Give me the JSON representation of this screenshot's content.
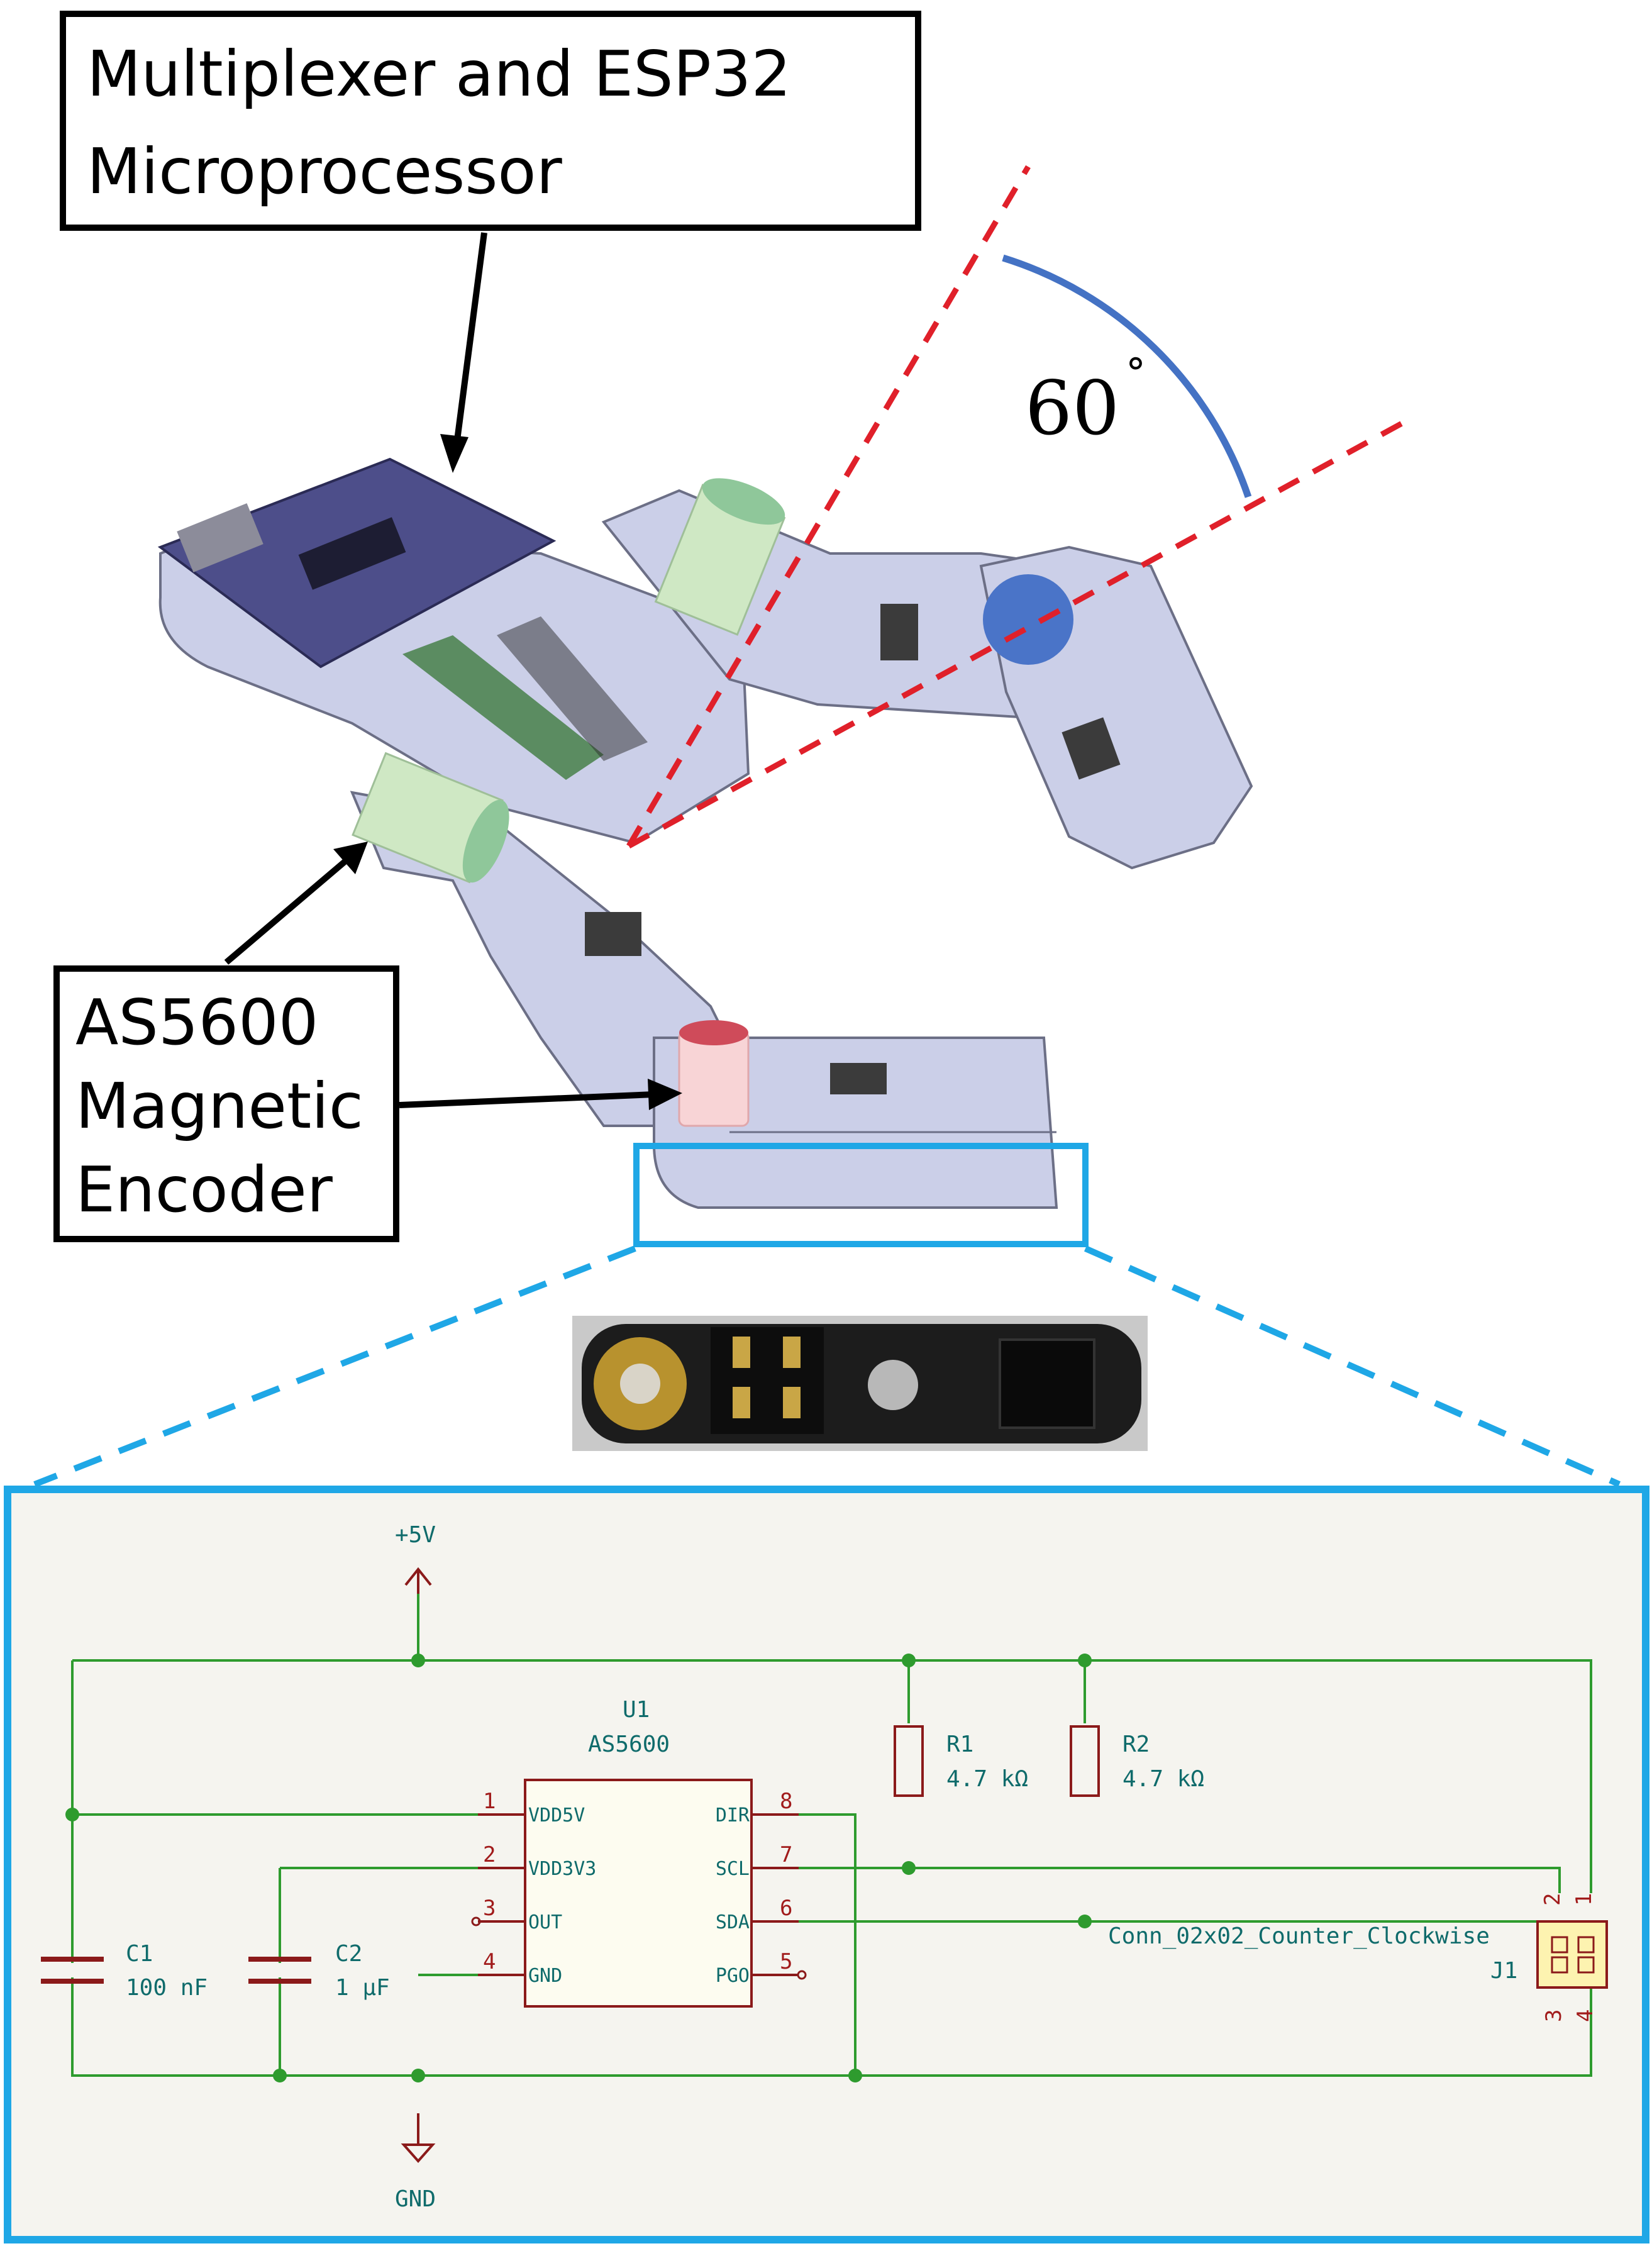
{
  "callouts": {
    "top_line1": "Multiplexer and ESP32",
    "top_line2": "Microprocessor",
    "bottom_line1": "AS5600",
    "bottom_line2": "Magnetic",
    "bottom_line3": "Encoder"
  },
  "angle_label": "60",
  "angle_unit": "°",
  "schematic": {
    "power_label": "+5V",
    "ground_label": "GND",
    "ic_ref": "U1",
    "ic_value": "AS5600",
    "pins_left": [
      {
        "num": "1",
        "name": "VDD5V"
      },
      {
        "num": "2",
        "name": "VDD3V3"
      },
      {
        "num": "3",
        "name": "OUT"
      },
      {
        "num": "4",
        "name": "GND"
      }
    ],
    "pins_right": [
      {
        "num": "8",
        "name": "DIR"
      },
      {
        "num": "7",
        "name": "SCL"
      },
      {
        "num": "6",
        "name": "SDA"
      },
      {
        "num": "5",
        "name": "PGO"
      }
    ],
    "r1_ref": "R1",
    "r1_value": "4.7 kΩ",
    "r2_ref": "R2",
    "r2_value": "4.7 kΩ",
    "c1_ref": "C1",
    "c1_value": "100 nF",
    "c2_ref": "C2",
    "c2_value": "1 µF",
    "connector_name": "Conn_02x02_Counter_Clockwise",
    "connector_ref": "J1",
    "connector_pins": [
      "2",
      "1",
      "3",
      "4"
    ]
  },
  "colors": {
    "callout_border": "#000000",
    "angle_lines": "#e0202a",
    "angle_arc": "#4472c4",
    "highlight_box": "#1fa7e6",
    "wire": "#2e9b2e",
    "symbol": "#8b1a1a",
    "schematic_bg": "#f5f4ef",
    "encoder_green": "#cfe8c4",
    "encoder_red": "#f8d4d6",
    "joint_blue": "#4a74c8",
    "robot_body": "#cbcfe8"
  }
}
